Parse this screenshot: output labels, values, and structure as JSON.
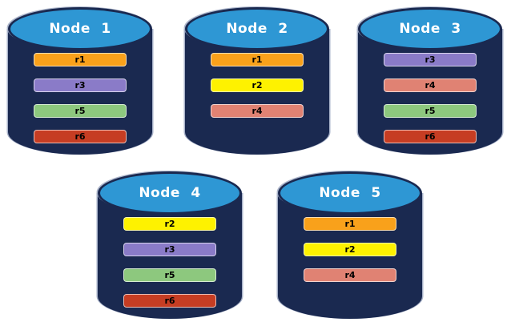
{
  "diagram": {
    "description_colors": {
      "background": "#ffffff",
      "cylinder_body": "#1a2950",
      "cylinder_top": "#2e97d4",
      "node_label_text": "#ffffff",
      "replica_label_text": "#000000"
    },
    "replica_colors": {
      "r1": "#f9a11b",
      "r2": "#fef200",
      "r3": "#8a7bc8",
      "r4": "#e08273",
      "r5": "#8dc87e",
      "r6": "#c63d23"
    },
    "nodes": [
      {
        "label": "Node 1",
        "replicas": [
          "r1",
          "r3",
          "r5",
          "r6"
        ]
      },
      {
        "label": "Node 2",
        "replicas": [
          "r1",
          "r2",
          "r4"
        ]
      },
      {
        "label": "Node 3",
        "replicas": [
          "r3",
          "r4",
          "r5",
          "r6"
        ]
      },
      {
        "label": "Node 4",
        "replicas": [
          "r2",
          "r3",
          "r5",
          "r6"
        ]
      },
      {
        "label": "Node 5",
        "replicas": [
          "r1",
          "r2",
          "r4"
        ]
      }
    ]
  }
}
